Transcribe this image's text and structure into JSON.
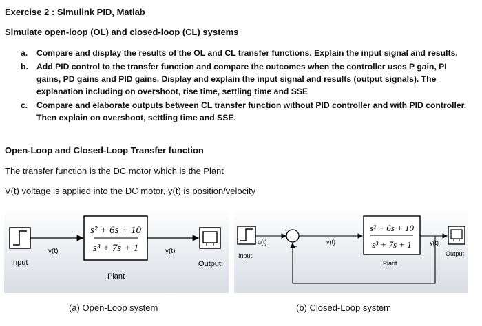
{
  "title": "Exercise 2 : Simulink PID, Matlab",
  "subtitle": "Simulate open-loop (OL) and closed-loop (CL) systems",
  "tasks": [
    {
      "label": "a.",
      "text": "Compare and display the results of the OL and CL transfer functions. Explain the input signal and results."
    },
    {
      "label": "b.",
      "text": "Add PID control to the transfer function and compare the outcomes when the controller uses P gain, PI gains, PD gains and PID gains. Display and explain the input signal and results (output signals). The explanation including on overshoot, rise time, settling time and SSE"
    },
    {
      "label": "c.",
      "text": "Compare and elaborate outputs between CL transfer function without PID controller and with PID controller. Then explain on overshoot, settling time and SSE."
    }
  ],
  "section_heading": "Open-Loop and Closed-Loop Transfer function",
  "paragraphs": [
    "The transfer function is the DC motor which is the Plant",
    "V(t) voltage is applied into the DC motor, y(t) is position/velocity"
  ],
  "open_loop": {
    "input_label": "Input",
    "output_label": "Output",
    "plant_label": "Plant",
    "signal_in": "v(t)",
    "signal_out": "y(t)",
    "numerator": "s² + 6s + 10",
    "denominator": "s³ + 7s + 1",
    "caption": "(a)  Open-Loop system"
  },
  "closed_loop": {
    "input_label": "Input",
    "output_label": "Output",
    "plant_label": "Plant",
    "signal_u": "u(t)",
    "signal_v": "v(t)",
    "signal_y": "y(t)",
    "numerator": "s² + 6s + 10",
    "denominator": "s³ + 7s + 1",
    "caption": "(b) Closed-Loop system"
  }
}
